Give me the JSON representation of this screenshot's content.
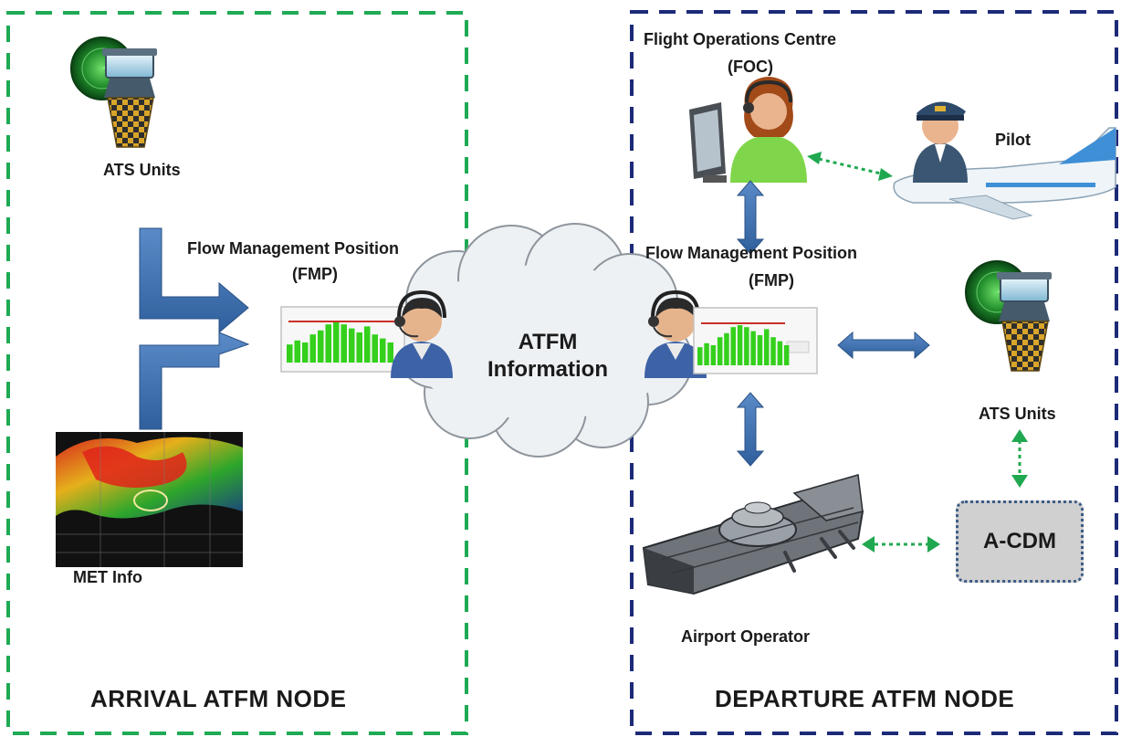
{
  "arrival": {
    "node_label": "ARRIVAL ATFM NODE",
    "ats_label": "ATS Units",
    "fmp_label": "Flow Management Position",
    "fmp_abbr": "(FMP)",
    "met_label": "MET Info"
  },
  "departure": {
    "node_label": "DEPARTURE ATFM NODE",
    "foc_label": "Flight Operations Centre",
    "foc_abbr": "(FOC)",
    "pilot_label": "Pilot",
    "fmp_label": "Flow Management Position",
    "fmp_abbr": "(FMP)",
    "ats_label": "ATS Units",
    "acdm_label": "A-CDM",
    "airport_label": "Airport Operator"
  },
  "center": {
    "line1": "ATFM",
    "line2": "Information"
  },
  "colors": {
    "arrival_border": "#1faa55",
    "departure_border": "#1c2a78",
    "arrow_blue": "#3d6fad",
    "dotted_green": "#20a850",
    "bar_green": "#34d01c"
  },
  "icons": [
    "radar-tower-icon",
    "controller-headset-icon",
    "chart-panel-icon",
    "weather-radar-map-icon",
    "operator-workstation-icon",
    "pilot-icon",
    "airplane-icon",
    "airport-terminal-icon",
    "cloud-icon"
  ]
}
